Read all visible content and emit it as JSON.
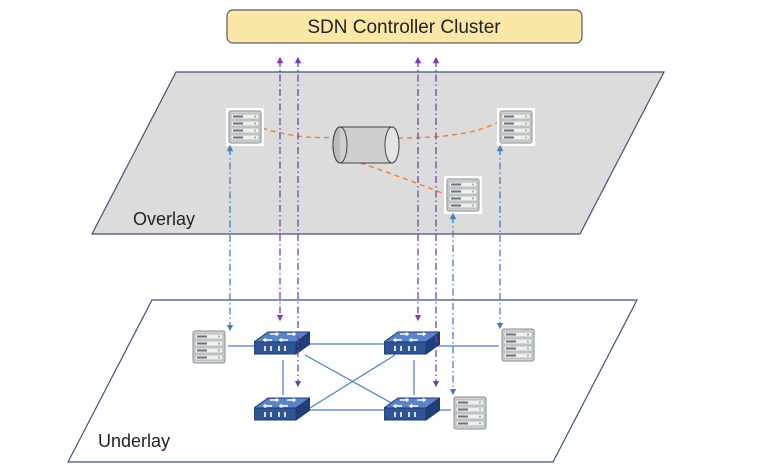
{
  "controller": {
    "label": "SDN Controller Cluster"
  },
  "layers": {
    "overlay": {
      "label": "Overlay"
    },
    "underlay": {
      "label": "Underlay"
    }
  },
  "colors": {
    "controller_fill": "#fbe7a6",
    "controller_stroke": "#5a5a5a",
    "overlay_fill": "#dcdcdc",
    "underlay_fill": "#ffffff",
    "plane_stroke": "#3e5478",
    "control_link": "#7a3fa6",
    "mapping_link": "#4a7ec2",
    "tunnel_link": "#e8823a",
    "physical_link": "#4a7ec2",
    "switch_fill": "#2f5597"
  },
  "icons": {
    "server": "server-icon",
    "switch": "switch-icon",
    "tunnel": "tunnel-cylinder-icon"
  }
}
